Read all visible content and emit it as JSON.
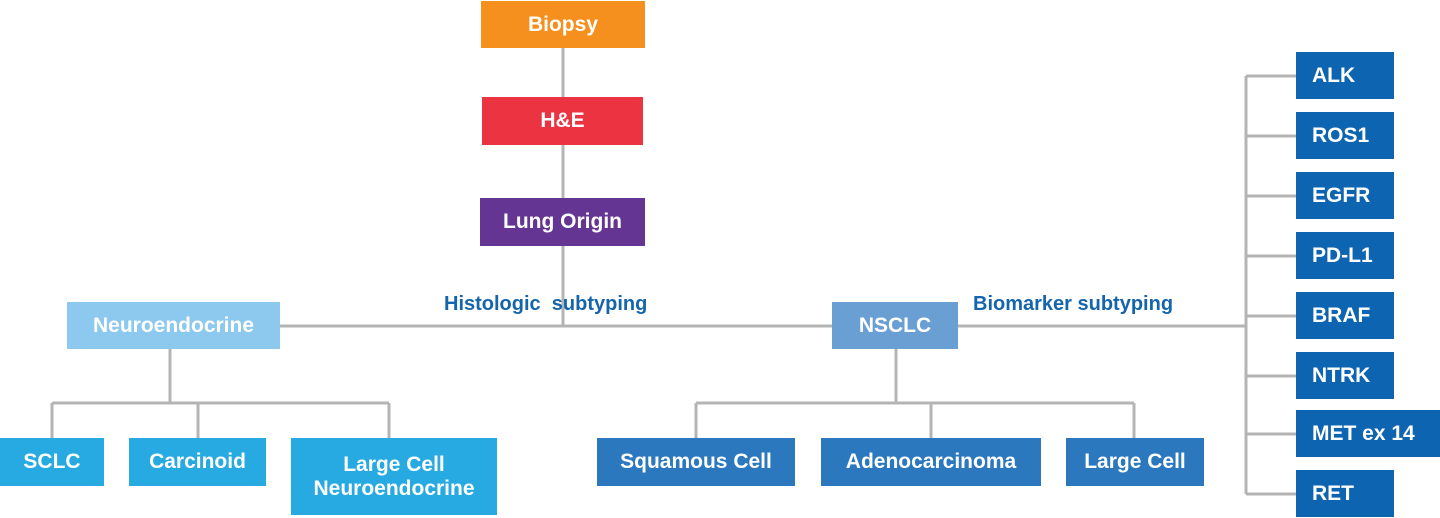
{
  "colors": {
    "biopsy": "#f5901e",
    "he": "#eb3341",
    "lung_origin": "#653593",
    "neuroendocrine": "#8dc9ee",
    "nsclc": "#6a9fd3",
    "neuro_children": "#27aae1",
    "nsclc_children": "#2b78bf",
    "biomarkers": "#0d64b0",
    "label_text": "#1565ad",
    "connector": "#b4b4b4"
  },
  "nodes": {
    "biopsy": "Biopsy",
    "he": "H&E",
    "lung_origin": "Lung Origin",
    "neuroendocrine": "Neuroendocrine",
    "nsclc": "NSCLC",
    "sclc": "SCLC",
    "carcinoid": "Carcinoid",
    "lcn_line1": "Large Cell",
    "lcn_line2": "Neuroendocrine",
    "squamous": "Squamous Cell",
    "adenocarcinoma": "Adenocarcinoma",
    "large_cell": "Large Cell"
  },
  "labels": {
    "histologic": "Histologic  subtyping",
    "biomarker": "Biomarker subtyping"
  },
  "biomarkers": [
    "ALK",
    "ROS1",
    "EGFR",
    "PD-L1",
    "BRAF",
    "NTRK",
    "MET ex 14",
    "RET"
  ]
}
